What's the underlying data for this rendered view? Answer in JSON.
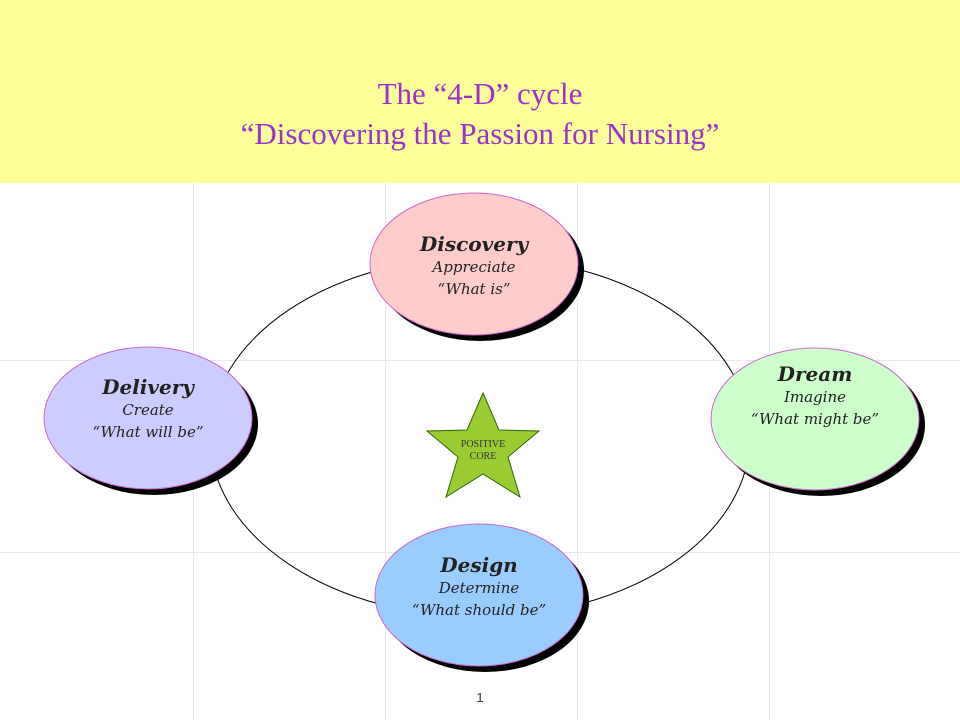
{
  "title": {
    "line1": "The “4-D” cycle",
    "line2": "“Discovering the Passion for Nursing”"
  },
  "nodes": {
    "discovery": {
      "title": "Discovery",
      "verb": "Appreciate",
      "phrase": "“What is”",
      "color": "#ffcccc"
    },
    "dream": {
      "title": "Dream",
      "verb": "Imagine",
      "phrase": "“What might be”",
      "color": "#ccffcc"
    },
    "design": {
      "title": "Design",
      "verb": "Determine",
      "phrase": "“What should be”",
      "color": "#99ccff"
    },
    "delivery": {
      "title": "Delivery",
      "verb": "Create",
      "phrase": "“What will be”",
      "color": "#ccccff"
    }
  },
  "core": {
    "line1": "POSITIVE",
    "line2": "CORE",
    "color": "#99cc33"
  },
  "header_color": "#ffff99",
  "title_color": "#9933cc",
  "page_number": "1"
}
